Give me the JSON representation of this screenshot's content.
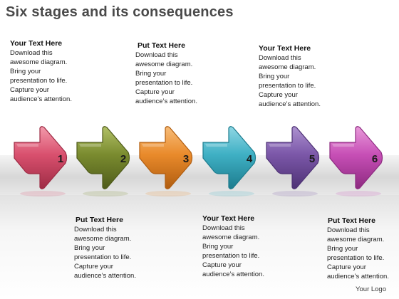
{
  "title": "Six stages and its consequences",
  "stages": [
    {
      "number": "1",
      "color": "#d9506e",
      "dark": "#9e2c45",
      "light": "#f29aab",
      "position": "top",
      "heading": "Your Text Here",
      "body": [
        "Download this",
        "awesome diagram.",
        "Bring your",
        "presentation to life.",
        "Capture your",
        "audience’s attention."
      ]
    },
    {
      "number": "2",
      "color": "#7a8b2f",
      "dark": "#4f5b1a",
      "light": "#b2c167",
      "position": "bottom",
      "heading": "Put Text Here",
      "body": [
        "Download this",
        "awesome diagram.",
        "Bring your",
        "presentation to life.",
        "Capture your",
        "audience’s attention."
      ]
    },
    {
      "number": "3",
      "color": "#e98a2b",
      "dark": "#b05d10",
      "light": "#f7bd79",
      "position": "top",
      "heading": "Put Text Here",
      "body": [
        "Download this",
        "awesome diagram.",
        "Bring your",
        "presentation to life.",
        "Capture your",
        "audience’s attention."
      ]
    },
    {
      "number": "4",
      "color": "#3fb0c4",
      "dark": "#1d7c8e",
      "light": "#8fd7e4",
      "position": "bottom",
      "heading": "Your Text Here",
      "body": [
        "Download this",
        "awesome diagram.",
        "Bring your",
        "presentation to life.",
        "Capture your",
        "audience’s attention."
      ]
    },
    {
      "number": "5",
      "color": "#7b57a8",
      "dark": "#4e3275",
      "light": "#ad92d0",
      "position": "top",
      "heading": "Your Text Here",
      "body": [
        "Download this",
        "awesome diagram.",
        "Bring your",
        "presentation to life.",
        "Capture your",
        "audience’s attention."
      ]
    },
    {
      "number": "6",
      "color": "#c74fb6",
      "dark": "#8d2a80",
      "light": "#e89ada",
      "position": "bottom",
      "heading": "Put Text Here",
      "body": [
        "Download this",
        "awesome diagram.",
        "Bring your",
        "presentation to life.",
        "Capture your",
        "audience’s attention."
      ]
    }
  ],
  "footer": {
    "logo": "Your Logo"
  }
}
